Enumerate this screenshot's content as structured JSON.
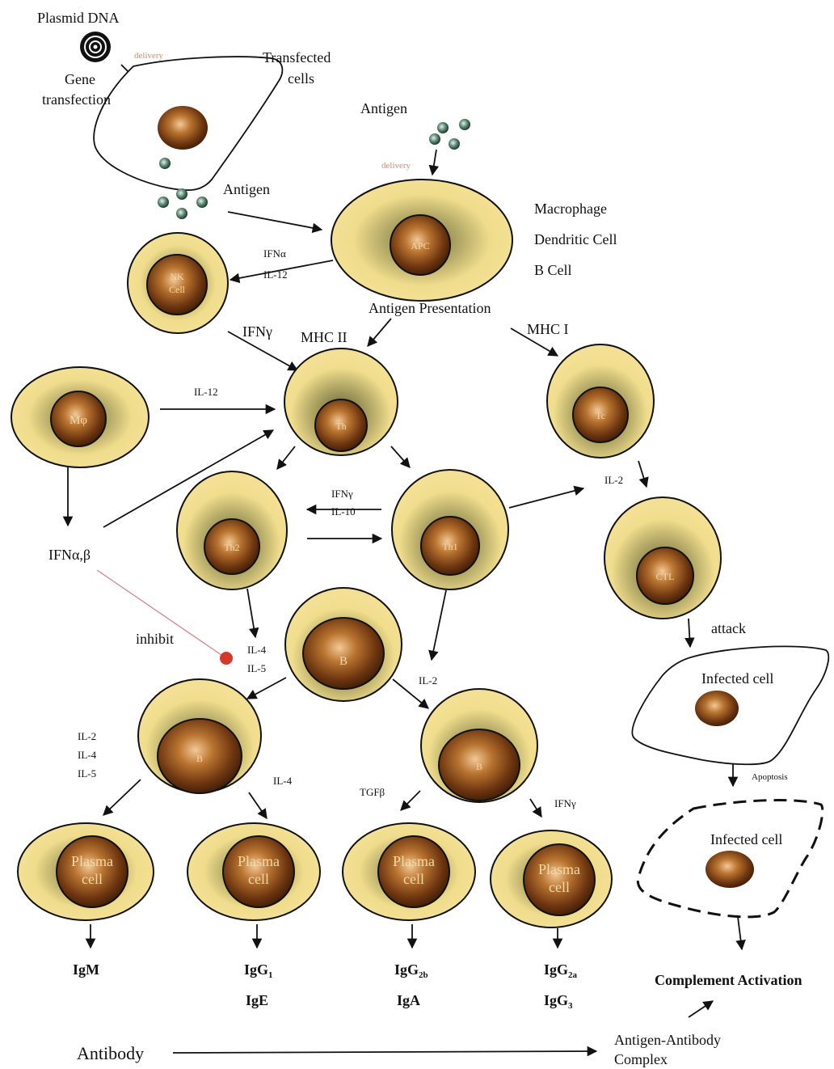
{
  "labels": {
    "plasmid_dna": "Plasmid DNA",
    "delivery_top": "delivery",
    "gene_transfection_1": "Gene",
    "gene_transfection_2": "transfection",
    "transfected_1": "Transfected",
    "transfected_2": "cells",
    "antigen_top": "Antigen",
    "delivery_antigen": "delivery",
    "antigen_left": "Antigen",
    "macrophage": "Macrophage",
    "dendritic": "Dendritic Cell",
    "bcell_label": "B Cell",
    "ifn_alpha": "IFNα",
    "il12_nk": "IL-12",
    "antigen_presentation": "Antigen Presentation",
    "mhc2": "MHC II",
    "mhc1": "MHC I",
    "ifn_gamma_nk": "IFNγ",
    "il12_mphi": "IL-12",
    "ifn_ab": "IFNα,β",
    "ifng_th": "IFNγ",
    "il10_th": "IL-10",
    "il2_tc": "IL-2",
    "inhibit": "inhibit",
    "il4_b": "IL-4",
    "il5_b": "IL-5",
    "il2_b": "IL-2",
    "attack": "attack",
    "infected_cell_1": "Infected cell",
    "apoptosis": "Apoptosis",
    "infected_cell_2": "Infected cell",
    "il2_left": "IL-2",
    "il4_left": "IL-4",
    "il5_left": "IL-5",
    "il4_right": "IL-4",
    "tgfb": "TGFβ",
    "ifng_right": "IFNγ",
    "complement": "Complement Activation",
    "antibody": "Antibody",
    "ag_ab_1": "Antigen-Antibody",
    "ag_ab_2": "Complex"
  },
  "cells": {
    "apc": "APC",
    "nk_1": "NK",
    "nk_2": "Cell",
    "th": "Th",
    "tc": "Tc",
    "mphi": "Mφ",
    "th2": "Th2",
    "th1": "Th1",
    "ctl": "CTL",
    "b_center": "B",
    "b_left": "B",
    "b_right": "B",
    "plasma_1": "Plasma",
    "plasma_2": "cell"
  },
  "antibodies": {
    "igm": "IgM",
    "igg": "IgG",
    "igg1_sub": "1",
    "ige": "IgE",
    "igg2b_sub": "2b",
    "iga": "IgA",
    "igg2a_sub": "2a",
    "igg3_sub": "3"
  },
  "colors": {
    "cell_fill": "#f2e08e",
    "nucleus": "#6b3510",
    "inhibit_line": "#d9828a",
    "inhibit_dot": "#d43a2a"
  }
}
